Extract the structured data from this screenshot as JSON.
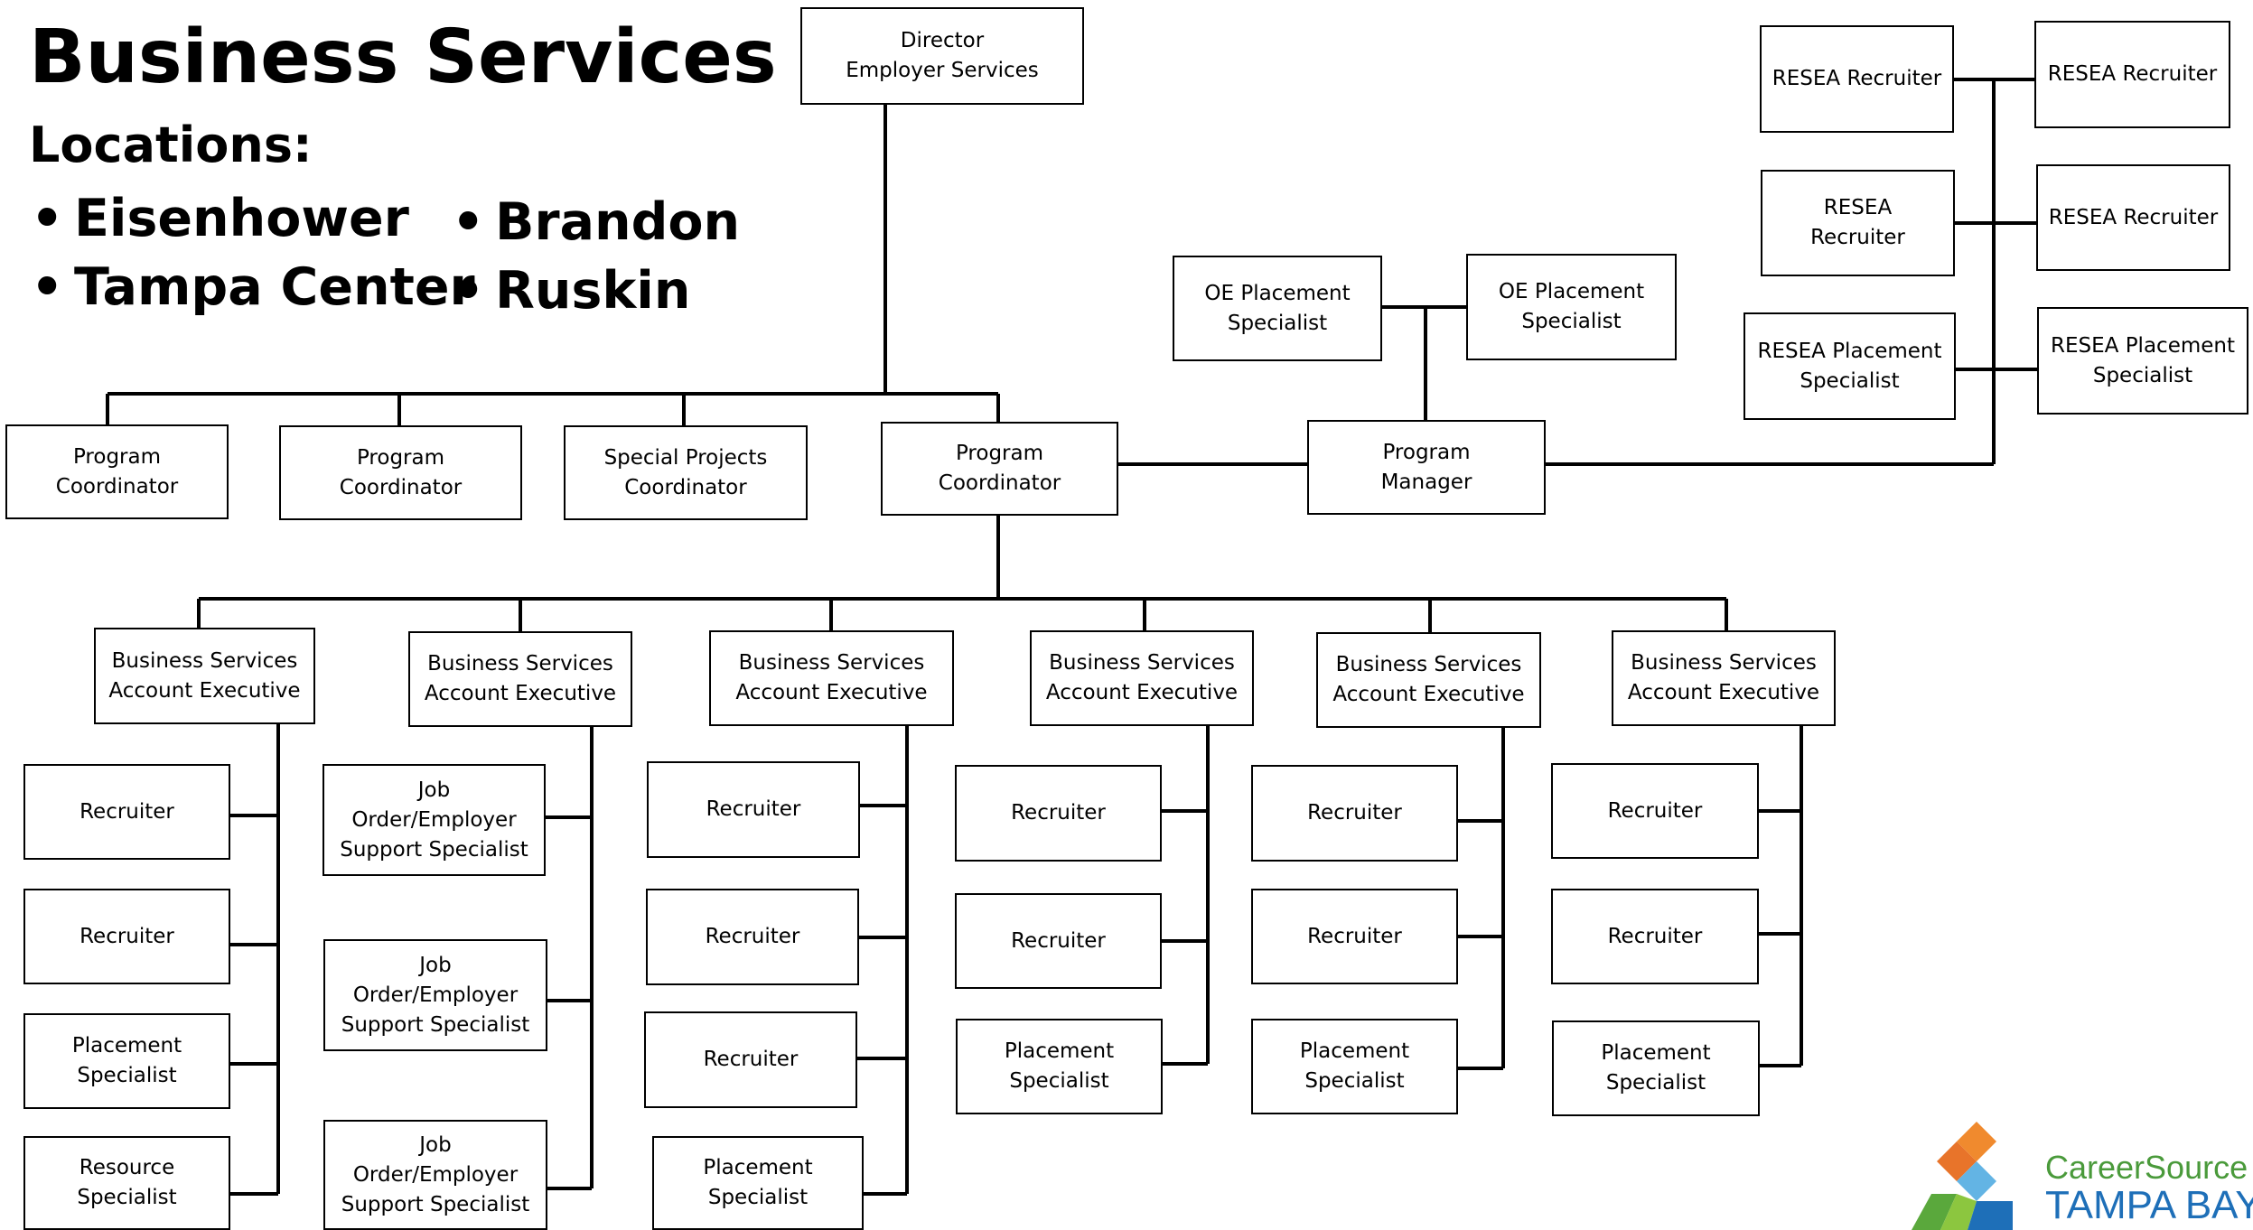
{
  "header": {
    "title": "Business Services",
    "locations_label": "Locations:",
    "locations": [
      "Eisenhower",
      "Tampa Center",
      "Brandon",
      "Ruskin"
    ],
    "bullet": "•"
  },
  "org": {
    "director": "Director\nEmployer Services",
    "coordinator_1": "Program\nCoordinator",
    "coordinator_2": "Program\nCoordinator",
    "special_projects": "Special Projects\nCoordinator",
    "coordinator_main": "Program\nCoordinator",
    "program_manager": "Program\nManager",
    "oe_1": "OE Placement\nSpecialist",
    "oe_2": "OE Placement\nSpecialist",
    "resea_recruiter_1": "RESEA Recruiter",
    "resea_recruiter_2": "RESEA Recruiter",
    "resea_recruiter_3": "RESEA\nRecruiter",
    "resea_recruiter_4": "RESEA Recruiter",
    "resea_placement_1": "RESEA Placement\nSpecialist",
    "resea_placement_2": "RESEA Placement\nSpecialist",
    "teams": [
      {
        "executive": "Business Services\nAccount Executive",
        "members": [
          "Recruiter",
          "Recruiter",
          "Placement\nSpecialist",
          "Resource\nSpecialist"
        ]
      },
      {
        "executive": "Business Services\nAccount Executive",
        "members": [
          "Job\nOrder/Employer\nSupport Specialist",
          "Job\nOrder/Employer\nSupport Specialist",
          "Job\nOrder/Employer\nSupport Specialist"
        ]
      },
      {
        "executive": "Business Services\nAccount Executive",
        "members": [
          "Recruiter",
          "Recruiter",
          "Recruiter",
          "Placement\nSpecialist"
        ]
      },
      {
        "executive": "Business Services\nAccount Executive",
        "members": [
          "Recruiter",
          "Recruiter",
          "Placement\nSpecialist"
        ]
      },
      {
        "executive": "Business Services\nAccount Executive",
        "members": [
          "Recruiter",
          "Recruiter",
          "Placement\nSpecialist"
        ]
      },
      {
        "executive": "Business Services\nAccount Executive",
        "members": [
          "Recruiter",
          "Recruiter",
          "Placement\nSpecialist"
        ]
      }
    ]
  },
  "logo": {
    "line1": "CareerSource",
    "line2": "TAMPA BAY",
    "colors": {
      "orange": "#e8742a",
      "green": "#5aa83c",
      "blue": "#1e6fb8",
      "light_blue": "#63b4e4"
    }
  }
}
